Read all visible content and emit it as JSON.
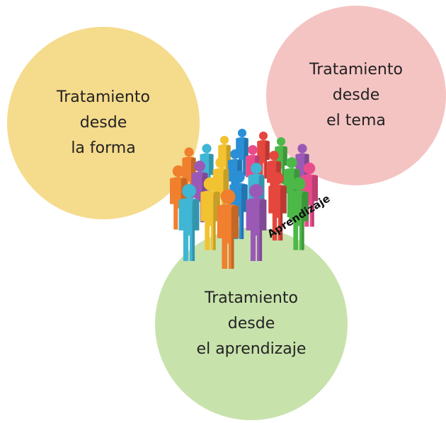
{
  "circles": {
    "forma": {
      "lines": [
        "Tratamiento",
        "desde",
        "la forma"
      ],
      "color": "#f5db8c"
    },
    "tema": {
      "lines": [
        "Tratamiento",
        "desde",
        "el tema"
      ],
      "color": "#f4c4c3"
    },
    "aprendizaje": {
      "lines": [
        "Tratamiento",
        "desde",
        "el aprendizaje"
      ],
      "color": "#c8e2ac"
    }
  },
  "crowd_label": "Aprendizaje",
  "crowd_colors": [
    "#2b8fd6",
    "#e5463d",
    "#f2c230",
    "#4cb848",
    "#9b59b6",
    "#3fb6d4",
    "#f07f2e",
    "#e84c8b"
  ]
}
